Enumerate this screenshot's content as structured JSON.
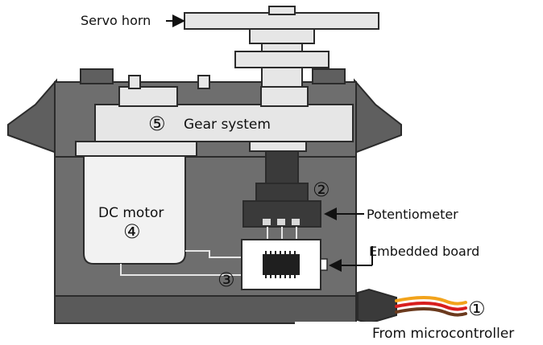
{
  "labels": {
    "servo_horn": "Servo horn",
    "gear_system": "Gear system",
    "dc_motor": "DC motor",
    "potentiometer": "Potentiometer",
    "embedded_board": "Embedded board",
    "from_microcontroller": "From microcontroller"
  },
  "markers": {
    "one": "①",
    "two": "②",
    "three": "③",
    "four": "④",
    "five": "⑤"
  },
  "colors": {
    "outline": "#2b2b2b",
    "body_gray": "#6e6e6e",
    "dark_gray": "#3a3a3a",
    "light_gray": "#e6e6e6",
    "wire_red": "#d81e1e",
    "wire_orange": "#f2a31b",
    "wire_brown": "#6b3a1e"
  }
}
